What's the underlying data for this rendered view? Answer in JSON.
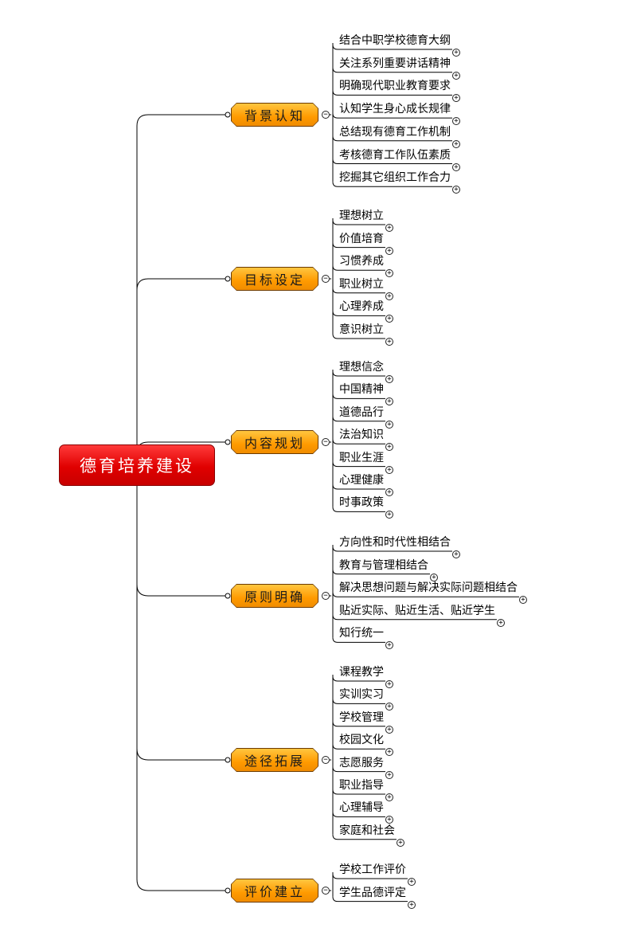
{
  "root": {
    "label": "德育培养建设"
  },
  "branches": [
    {
      "label": "背景认知",
      "items": [
        "结合中职学校德育大纲",
        "关注系列重要讲话精神",
        "明确现代职业教育要求",
        "认知学生身心成长规律",
        "总结现有德育工作机制",
        "考核德育工作队伍素质",
        "挖掘其它组织工作合力"
      ]
    },
    {
      "label": "目标设定",
      "items": [
        "理想树立",
        "价值培育",
        "习惯养成",
        "职业树立",
        "心理养成",
        "意识树立"
      ]
    },
    {
      "label": "内容规划",
      "items": [
        "理想信念",
        "中国精神",
        "道德品行",
        "法治知识",
        "职业生涯",
        "心理健康",
        "时事政策"
      ]
    },
    {
      "label": "原则明确",
      "items": [
        "方向性和时代性相结合",
        "教育与管理相结合",
        "解决思想问题与解决实际问题相结合",
        "贴近实际、贴近生活、贴近学生",
        "知行统一"
      ]
    },
    {
      "label": "途径拓展",
      "items": [
        "课程教学",
        "实训实习",
        "学校管理",
        "校园文化",
        "志愿服务",
        "职业指导",
        "心理辅导",
        "家庭和社会"
      ]
    },
    {
      "label": "评价建立",
      "items": [
        "学校工作评价",
        "学生品德评定"
      ]
    }
  ],
  "colors": {
    "root": "#e00000",
    "branch": "#ff9a00",
    "line": "#000000"
  },
  "toggle_symbols": {
    "collapsed": "+",
    "expanded": "−"
  }
}
